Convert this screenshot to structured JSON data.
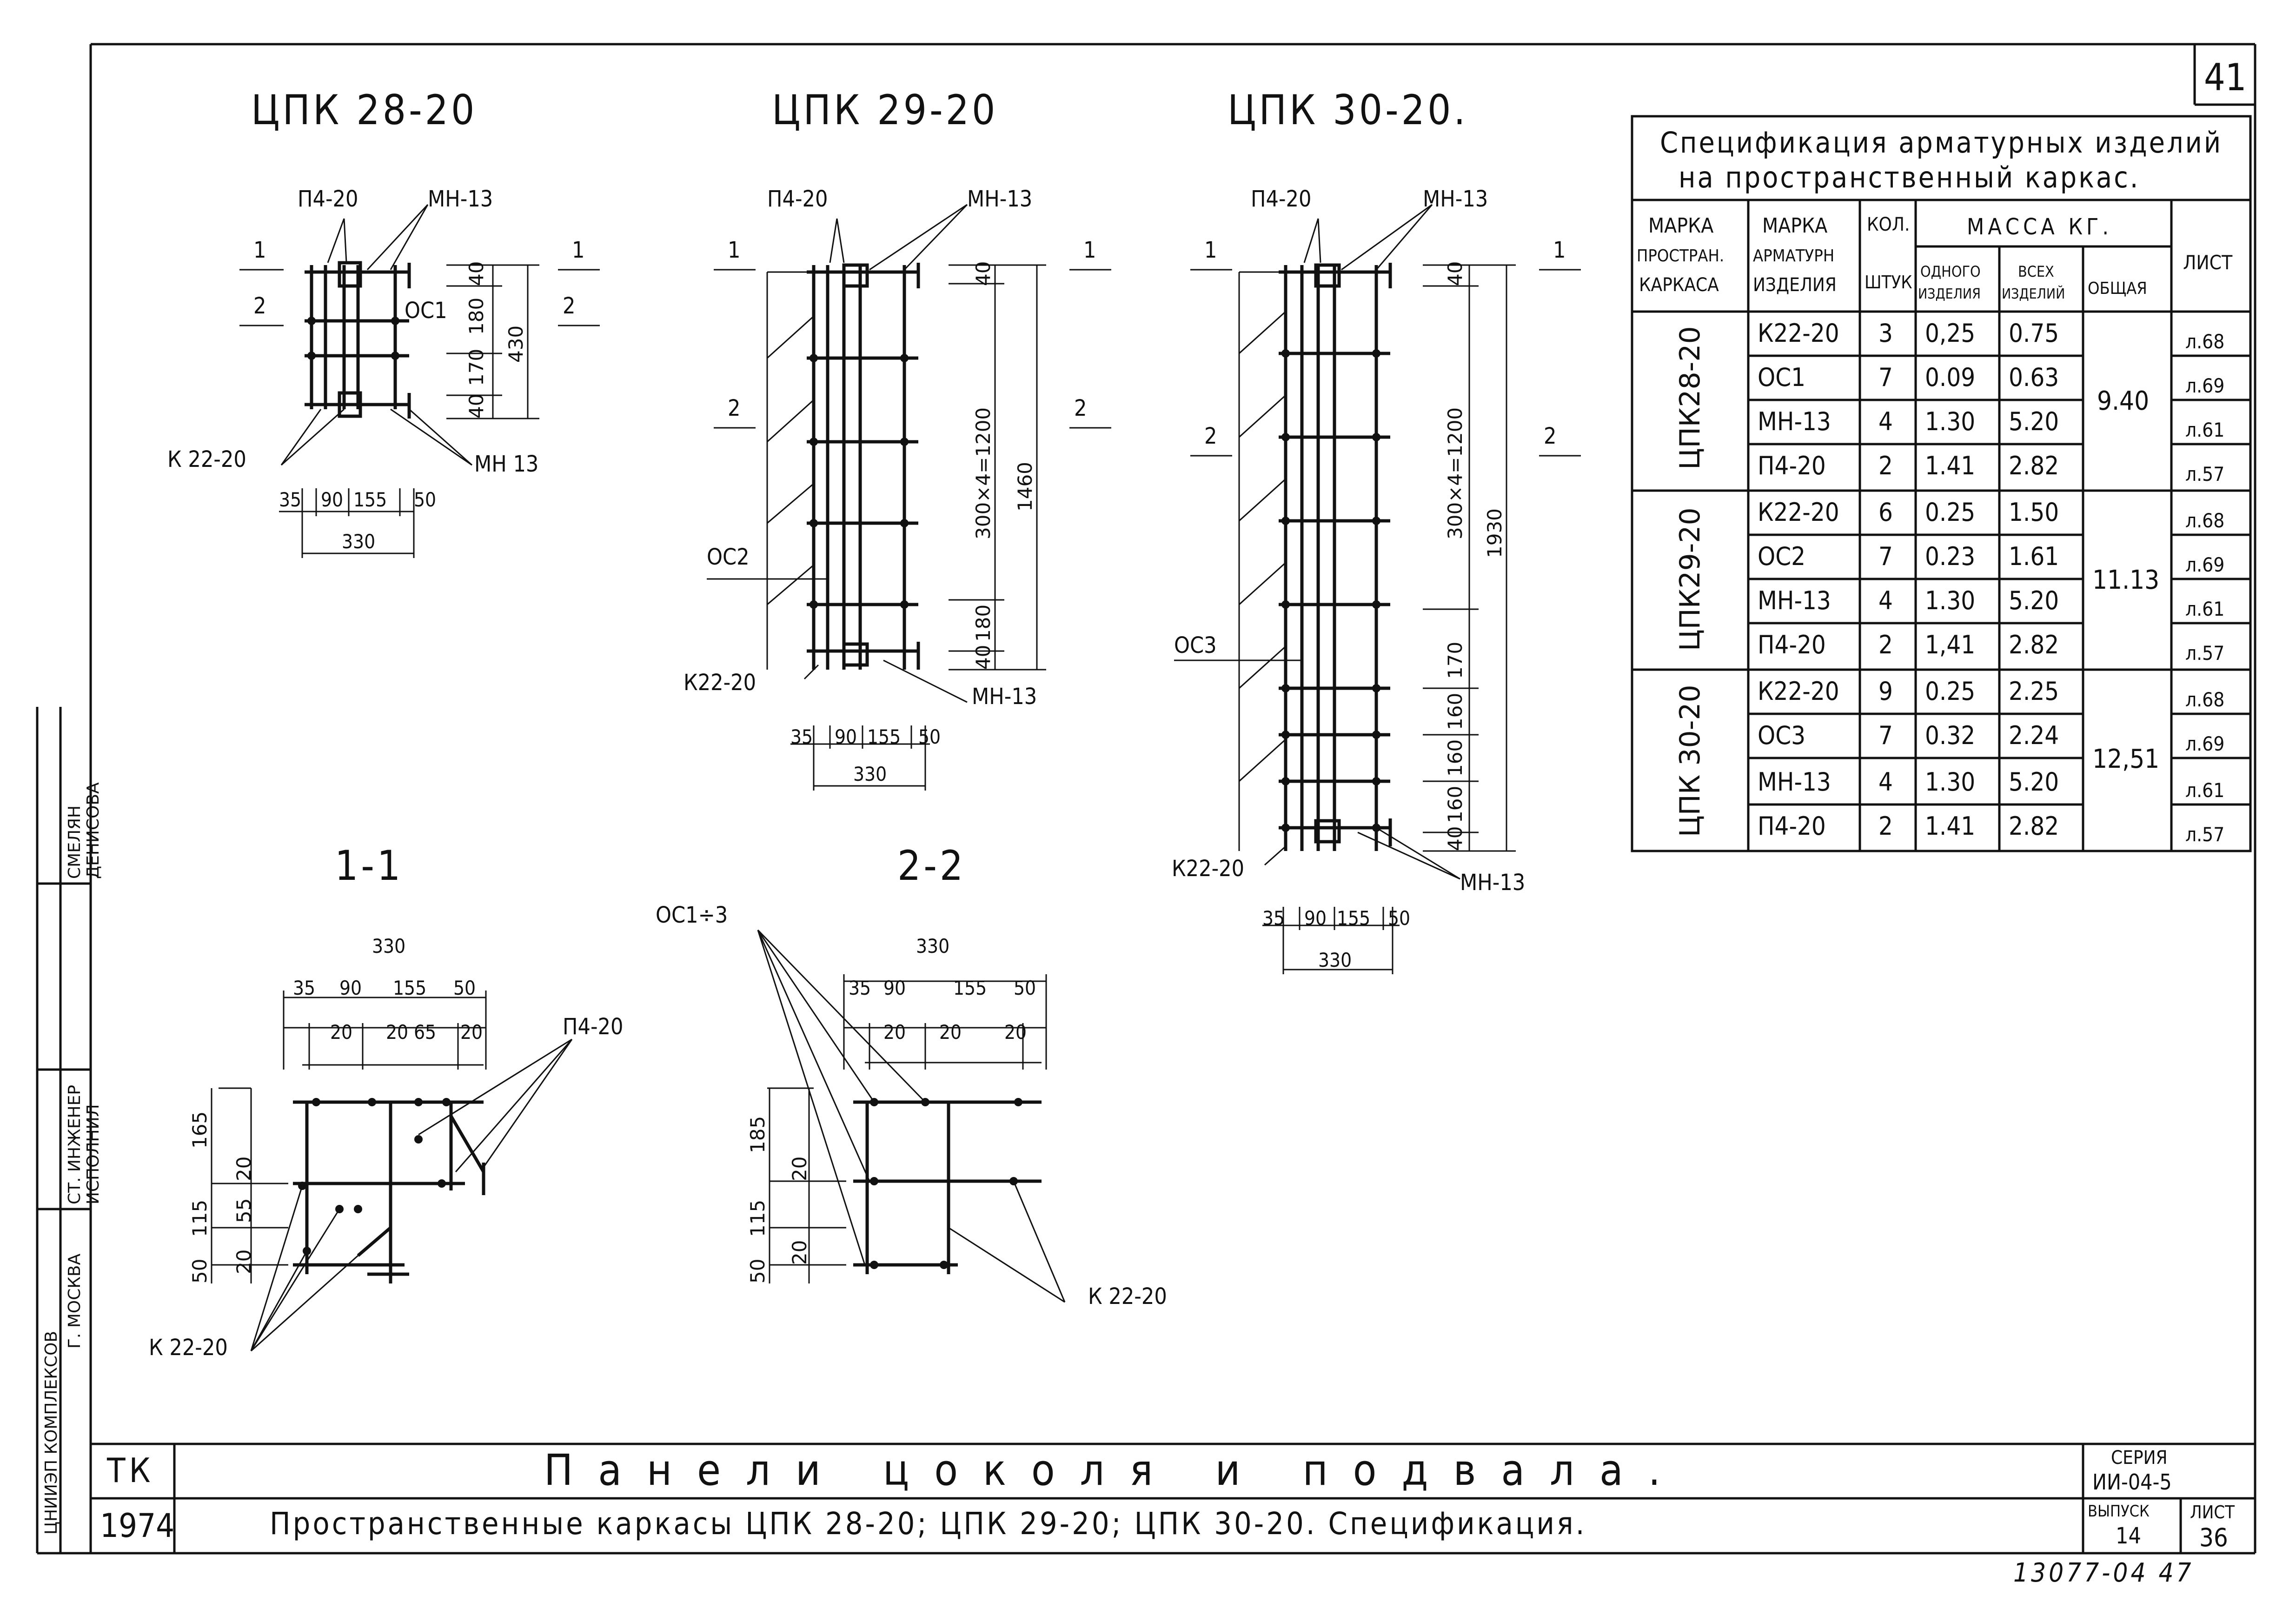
{
  "sheet_number": "41",
  "frames": [
    {
      "title": "ЦПК 28-20",
      "top_labels": [
        "П4-20",
        "МН-13"
      ],
      "bottom_labels": [
        "К 22-20",
        "МН 13"
      ],
      "section_marks": [
        "1",
        "2",
        "1",
        "2"
      ],
      "bar_label": "ОС1",
      "dims_h": [
        "35",
        "90",
        "155",
        "50",
        "330"
      ],
      "dims_v": [
        "40",
        "180",
        "170",
        "40",
        "430"
      ]
    },
    {
      "title": "ЦПК 29-20",
      "top_labels": [
        "П4-20",
        "МН-13"
      ],
      "bottom_labels": [
        "К22-20",
        "МН-13"
      ],
      "section_marks": [
        "1",
        "2",
        "1",
        "2"
      ],
      "bar_label": "ОС2",
      "dims_h": [
        "35",
        "90",
        "155",
        "50",
        "330"
      ],
      "dims_v": [
        "40",
        "300×4=1200",
        "180",
        "40",
        "1460"
      ]
    },
    {
      "title": "ЦПК 30-20.",
      "top_labels": [
        "П4-20",
        "МН-13"
      ],
      "bottom_labels": [
        "К22-20",
        "МН-13"
      ],
      "section_marks": [
        "1",
        "2",
        "1",
        "2"
      ],
      "bar_label": "ОС3",
      "dims_h": [
        "35",
        "90",
        "155",
        "50",
        "330"
      ],
      "dims_v": [
        "40",
        "300×4=1200",
        "170",
        "160",
        "160",
        "160",
        "40",
        "1930"
      ]
    }
  ],
  "sections": [
    {
      "title": "1-1",
      "dims_top": [
        "330",
        "35",
        "90",
        "155",
        "50",
        "20",
        "20",
        "65",
        "20"
      ],
      "dims_side": [
        "165",
        "20",
        "55",
        "115",
        "50",
        "20"
      ],
      "labels": [
        "П4-20",
        "К 22-20"
      ]
    },
    {
      "title": "2-2",
      "dims_top": [
        "330",
        "35",
        "90",
        "155",
        "50",
        "20",
        "20",
        "20"
      ],
      "dims_side": [
        "185",
        "20",
        "115",
        "50",
        "20"
      ],
      "labels": [
        "ОС1÷3",
        "К 22-20"
      ]
    }
  ],
  "spec": {
    "title_line1": "Спецификация арматурных изделий",
    "title_line2": "на пространственный каркас.",
    "headers": {
      "col1": [
        "МАРКА",
        "ПРОСТРАН.",
        "КАРКАСА"
      ],
      "col2": [
        "МАРКА",
        "АРМАТУРН",
        "ИЗДЕЛИЯ"
      ],
      "col3": [
        "КОЛ.",
        "ШТУК"
      ],
      "mass": "МАССА КГ.",
      "mass_one": [
        "ОДНОГО",
        "ИЗДЕЛИЯ"
      ],
      "mass_all": [
        "ВСЕХ",
        "ИЗДЕЛИЙ"
      ],
      "mass_total": "ОБЩАЯ",
      "sheet": "ЛИСТ"
    },
    "groups": [
      {
        "mark": "ЦПК28-20",
        "total": "9.40",
        "rows": [
          {
            "item": "К22-20",
            "qty": "3",
            "one": "0,25",
            "all": "0.75",
            "sheet": "л.68"
          },
          {
            "item": "ОС1",
            "qty": "7",
            "one": "0.09",
            "all": "0.63",
            "sheet": "л.69"
          },
          {
            "item": "МН-13",
            "qty": "4",
            "one": "1.30",
            "all": "5.20",
            "sheet": "л.61"
          },
          {
            "item": "П4-20",
            "qty": "2",
            "one": "1.41",
            "all": "2.82",
            "sheet": "л.57"
          }
        ]
      },
      {
        "mark": "ЦПК29-20",
        "total": "11.13",
        "rows": [
          {
            "item": "К22-20",
            "qty": "6",
            "one": "0.25",
            "all": "1.50",
            "sheet": "л.68"
          },
          {
            "item": "ОС2",
            "qty": "7",
            "one": "0.23",
            "all": "1.61",
            "sheet": "л.69"
          },
          {
            "item": "МН-13",
            "qty": "4",
            "one": "1.30",
            "all": "5.20",
            "sheet": "л.61"
          },
          {
            "item": "П4-20",
            "qty": "2",
            "one": "1,41",
            "all": "2.82",
            "sheet": "л.57"
          }
        ]
      },
      {
        "mark": "ЦПК 30-20",
        "total": "12,51",
        "rows": [
          {
            "item": "К22-20",
            "qty": "9",
            "one": "0.25",
            "all": "2.25",
            "sheet": "л.68"
          },
          {
            "item": "ОС3",
            "qty": "7",
            "one": "0.32",
            "all": "2.24",
            "sheet": "л.69"
          },
          {
            "item": "МН-13",
            "qty": "4",
            "one": "1.30",
            "all": "5.20",
            "sheet": "л.61"
          },
          {
            "item": "П4-20",
            "qty": "2",
            "one": "1.41",
            "all": "2.82",
            "sheet": "л.57"
          }
        ]
      }
    ]
  },
  "stamp": {
    "org": "ТК",
    "year": "1974",
    "title": "Панели цоколя и подвала.",
    "subtitle": "Пространственные каркасы ЦПК 28-20; ЦПК 29-20; ЦПК 30-20. Спецификация.",
    "series_label": "СЕРИЯ",
    "series": "ИИ-04-5",
    "issue_label": "ВЫПУСК",
    "issue": "14",
    "sheet_label": "ЛИСТ",
    "sheet": "36",
    "side_roles": [
      "СТ. ИНЖЕНЕР",
      "ИСПОЛНИЛ"
    ],
    "side_names": [
      "СМЕЛЯН",
      "ДЕНИСОВА"
    ],
    "side_org": [
      "ЦНИИЭП КОМПЛЕКСОВ",
      "Г. МОСКВА"
    ],
    "doc_number": "13077-04 47"
  }
}
